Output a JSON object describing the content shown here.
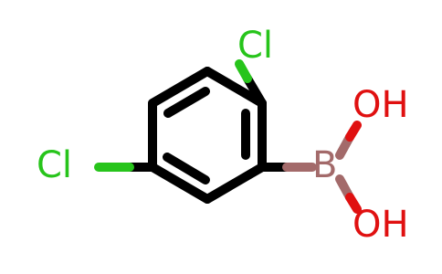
{
  "molecule": {
    "atoms": {
      "cl_top": {
        "label": "Cl",
        "color": "#27c41b"
      },
      "cl_left": {
        "label": "Cl",
        "color": "#27c41b"
      },
      "boron": {
        "label": "B",
        "color": "#a36a6a"
      },
      "oh_top": {
        "label": "OH",
        "color": "#e01010"
      },
      "oh_bottom": {
        "label": "OH",
        "color": "#e01010"
      }
    },
    "bond_color": "#000000"
  }
}
